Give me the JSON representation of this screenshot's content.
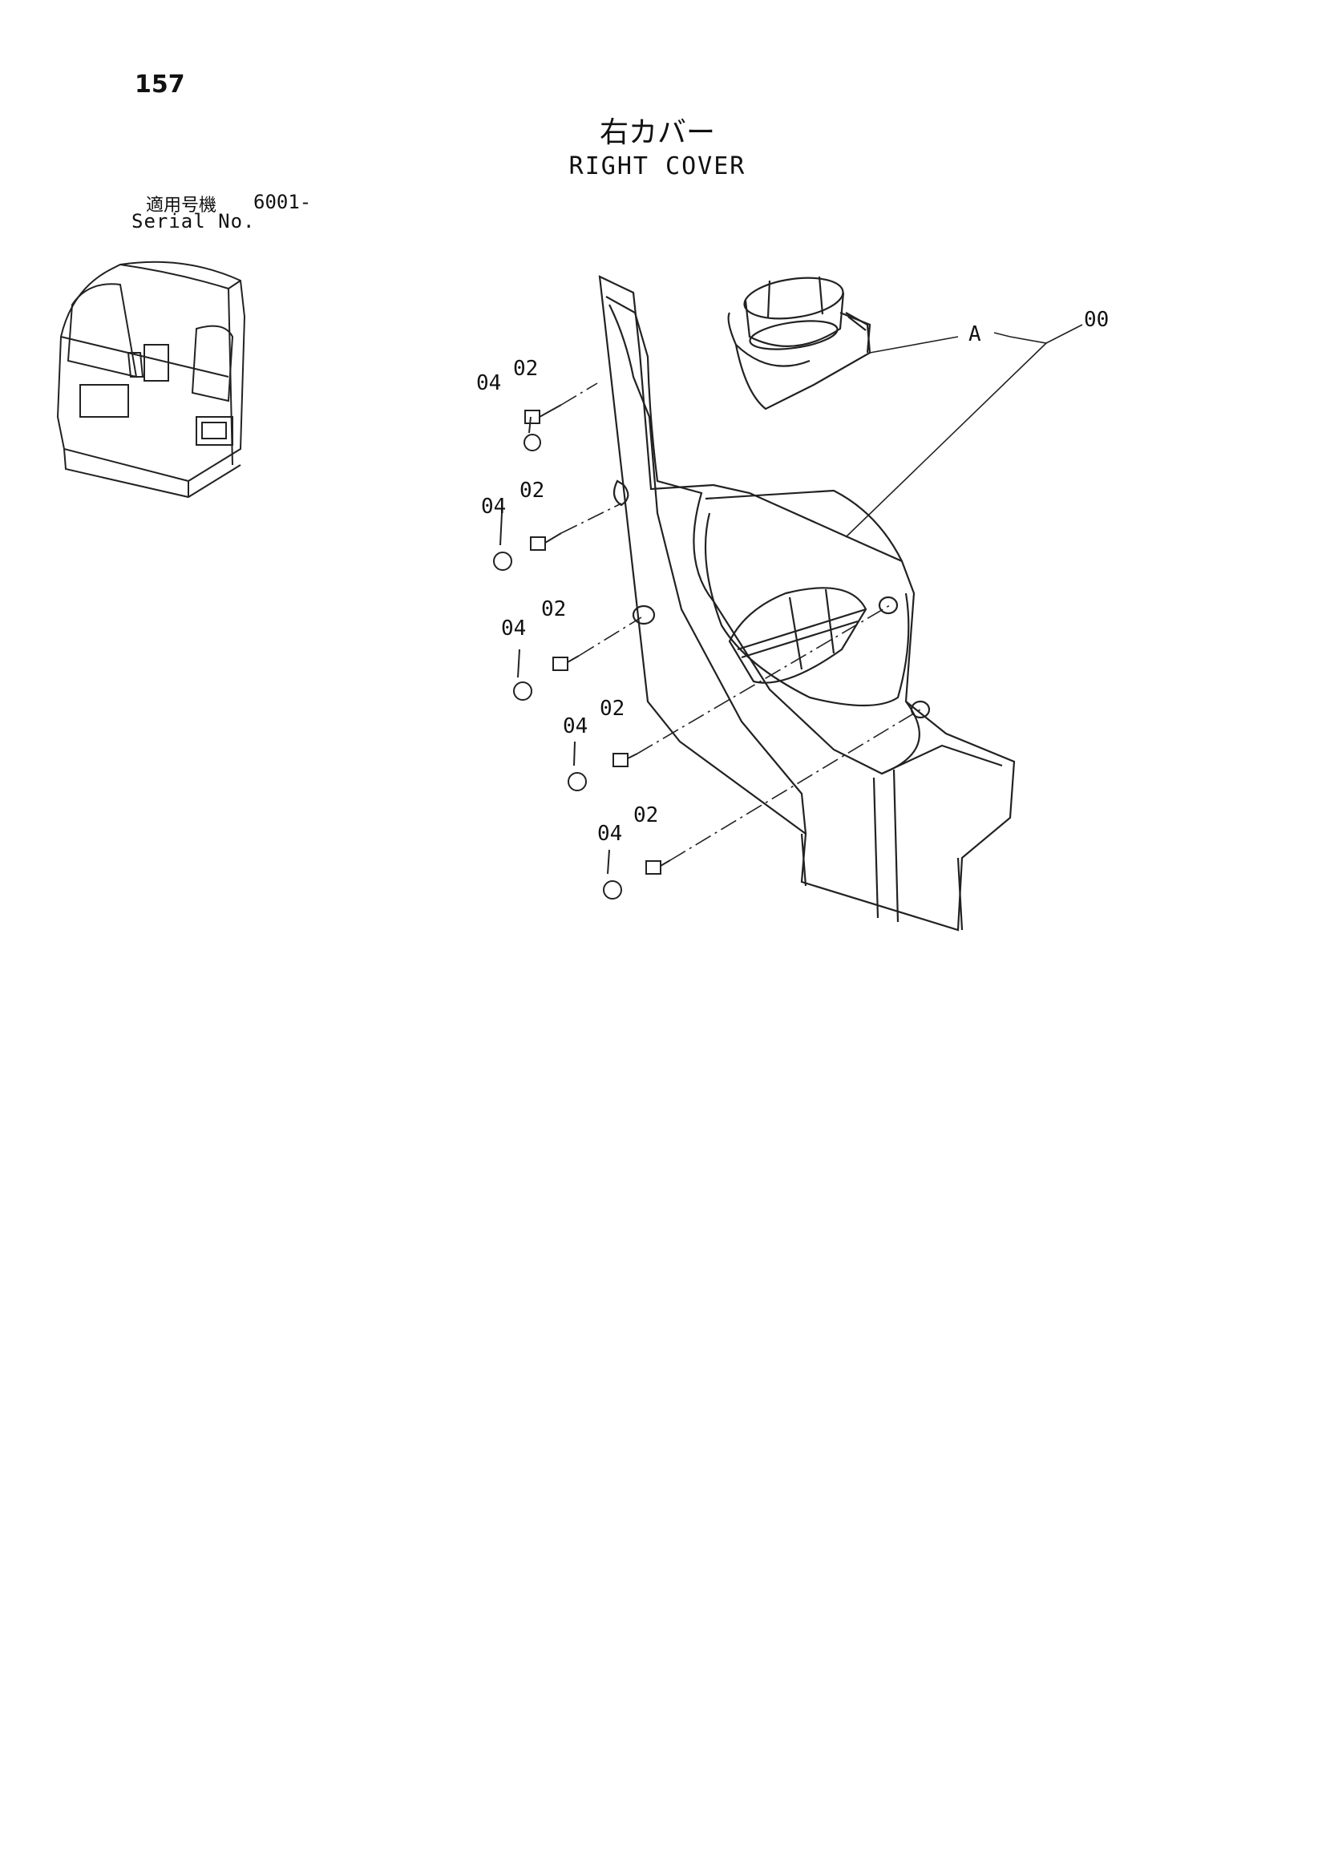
{
  "page": {
    "number": "157",
    "title_jp": "右カバー",
    "title_en": "RIGHT COVER",
    "serial_label_jp": "適用号機",
    "serial_value": "6001-",
    "serial_label_en": "Serial No."
  },
  "callouts": {
    "assembly": "00",
    "sub_part": "A",
    "bolt": "02",
    "cap": "04"
  }
}
